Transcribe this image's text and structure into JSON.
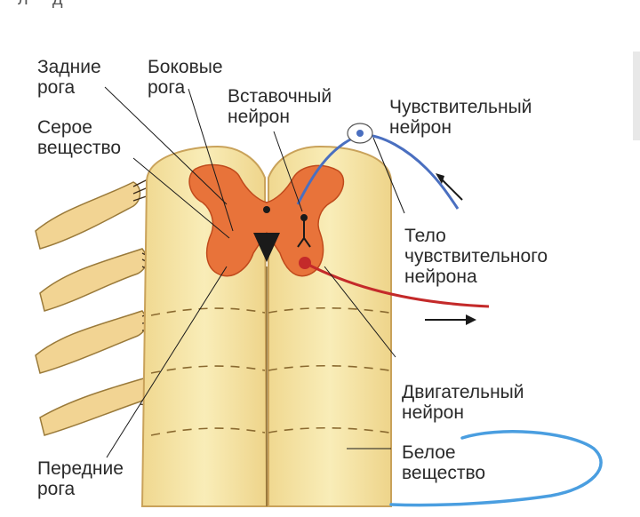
{
  "header": {
    "cut_text": "л    д            "
  },
  "labels": {
    "posterior_horns": {
      "line1": "Задние",
      "line2": "рога"
    },
    "lateral_horns": {
      "line1": "Боковые",
      "line2": "рога"
    },
    "gray_matter": {
      "line1": "Серое",
      "line2": "вещество"
    },
    "interneuron": {
      "line1": "Вставочный",
      "line2": "нейрон"
    },
    "sensory_neuron": {
      "line1": "Чувствительный",
      "line2": "нейрон"
    },
    "sensory_body": {
      "line1": "Тело",
      "line2": "чувствительного",
      "line3": "нейрона"
    },
    "motor_neuron": {
      "line1": "Двигательный",
      "line2": "нейрон"
    },
    "white_matter": {
      "line1": "Белое",
      "line2": "вещество"
    },
    "anterior_horns": {
      "line1": "Передние",
      "line2": "рога"
    }
  },
  "colors": {
    "white_matter": "#f6e6a6",
    "white_matter_edge": "#c9a25a",
    "gray_matter": "#e8733a",
    "gray_matter_dark": "#d85a26",
    "sensory_fiber": "#4a6fc0",
    "motor_fiber": "#c42a2a",
    "roots": "#f2d493",
    "annotation": "#4a9ee0",
    "text": "#2a2a2a"
  }
}
